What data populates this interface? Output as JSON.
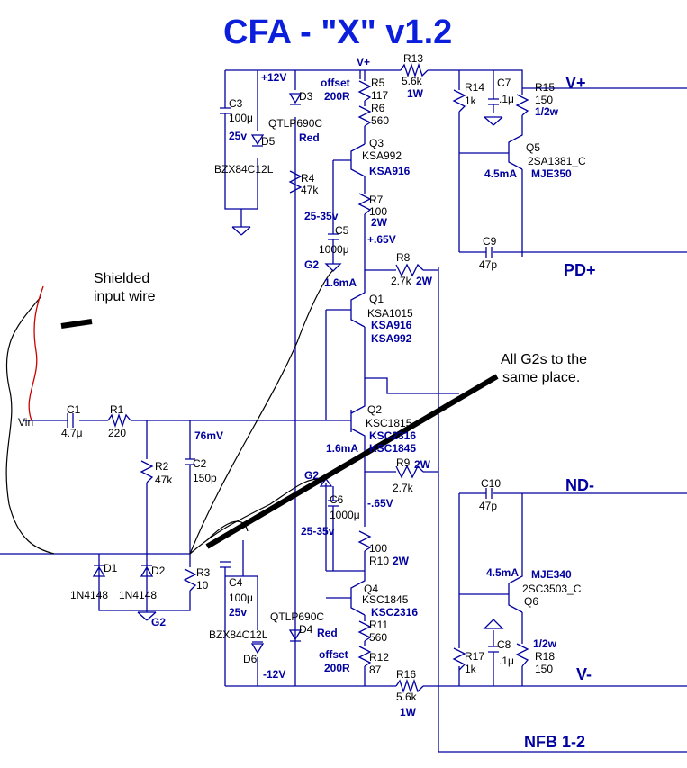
{
  "title": "CFA - \"X\" v1.2",
  "rails": {
    "vplus": "V+",
    "vminus": "V-",
    "pd_plus": "PD+",
    "nd_minus": "ND-",
    "nfb": "NFB 1-2",
    "vplus_top": "V+",
    "p12": "+12V",
    "m12": "-12V"
  },
  "input": {
    "vin": "Vin",
    "c1": "C1",
    "c1_val": "4.7μ",
    "r1": "R1",
    "r1_val": "220",
    "mv": "76mV"
  },
  "notes": {
    "shielded_1": "Shielded",
    "shielded_2": "input wire",
    "g2_1": "All G2s to the",
    "g2_2": "same place."
  },
  "parts": {
    "r2": "R2",
    "r2_val": "47k",
    "c2": "C2",
    "c2_val": "150p",
    "r3": "R3",
    "r3_val": "10",
    "d1": "D1",
    "d1_val": "1N4148",
    "d2": "D2",
    "d2_val": "1N4148",
    "g2": "G2",
    "c3": "C3",
    "c3_val": "100μ",
    "c3_v": "25v",
    "d5": "D5",
    "d5_val": "BZX84C12L",
    "c4": "C4",
    "c4_val": "100μ",
    "c4_v": "25v",
    "d6": "D6",
    "d6_val": "BZX84C12L",
    "d3": "D3",
    "d3_val": "QTLP690C",
    "d3_col": "Red",
    "d4": "D4",
    "d4_val": "QTLP690C",
    "d4_col": "Red",
    "r4": "R4",
    "r4_val": "47k",
    "r5": "R5",
    "r5_val": "117",
    "offset": "offset",
    "offset_val": "200R",
    "r6": "R6",
    "r6_val": "560",
    "q3": "Q3",
    "q3_a": "KSA992",
    "q3_b": "KSA916",
    "r7": "R7",
    "r7_val": "100",
    "r7_w": "2W",
    "c5": "C5",
    "c5_val": "1000μ",
    "c5_v": "25-35v",
    "vp65": "+.65V",
    "r8": "R8",
    "r8_val": "2.7k",
    "r8_w": "2W",
    "i16a": "1.6mA",
    "q1": "Q1",
    "q1_a": "KSA1015",
    "q1_b": "KSA916",
    "q1_c": "KSA992",
    "q2": "Q2",
    "q2_a": "KSC1815",
    "q2_b": "KSC2316",
    "q2_c": "KSC1845",
    "i16b": "1.6mA",
    "r9": "R9",
    "r9_val": "2.7k",
    "r9_w": "2W",
    "c6": "C6",
    "c6_val": "1000μ",
    "c6_v": "25-35v",
    "vm65": "-.65V",
    "r10": "R10",
    "r10_val": "100",
    "r10_w": "2W",
    "q4": "Q4",
    "q4_a": "KSC1845",
    "q4_b": "KSC2316",
    "r11": "R11",
    "r11_val": "560",
    "r12": "R12",
    "r12_val": "87",
    "offset2": "offset",
    "offset2_val": "200R",
    "r13": "R13",
    "r13_val": "5.6k",
    "r13_w": "1W",
    "r16": "R16",
    "r16_val": "5.6k",
    "r16_w": "1W",
    "r14": "R14",
    "r14_val": "1k",
    "c7": "C7",
    "c7_val": ".1μ",
    "r15": "R15",
    "r15_val": "150",
    "r15_w": "1/2w",
    "q5": "Q5",
    "q5_a": "2SA1381_C",
    "q5_b": "MJE350",
    "i45a": "4.5mA",
    "c9": "C9",
    "c9_val": "47p",
    "c10": "C10",
    "c10_val": "47p",
    "q6": "Q6",
    "q6_a": "2SC3503_C",
    "q6_b": "MJE340",
    "i45b": "4.5mA",
    "r17": "R17",
    "r17_val": "1k",
    "c8": "C8",
    "c8_val": ".1μ",
    "r18": "R18",
    "r18_val": "150",
    "r18_w": "1/2w"
  }
}
